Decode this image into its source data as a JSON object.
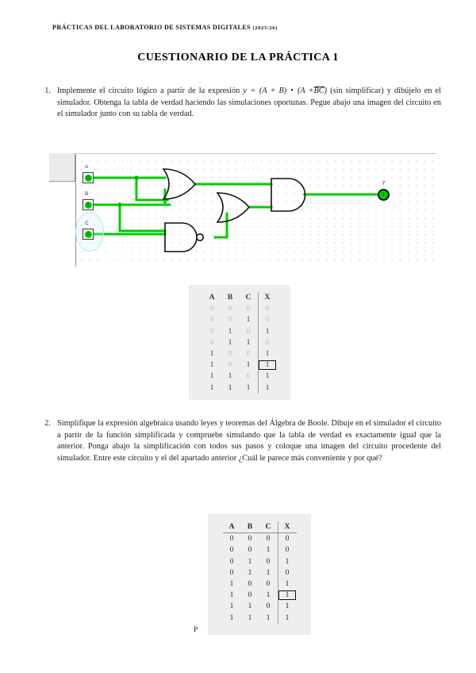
{
  "document": {
    "header_text": "PRÁCTICAS DEL LABORATORIO DE SISTEMAS DIGITALES",
    "header_year": "(2025/26)",
    "title": "CUESTIONARIO DE LA PRÁCTICA 1",
    "stray_text": "P"
  },
  "questions": [
    {
      "number": "1.",
      "text_before": "Implemente el circuito lógico a partir de la expresión",
      "expression": {
        "lhs": "y",
        "equals": "=",
        "term1": "(A + B)",
        "operator": "•",
        "term2_open": "(A +",
        "term2_overline": "BC",
        "term2_close": ")"
      },
      "text_after": "(sin simplificar) y dibújelo en el simulador. Obtenga la tabla de verdad haciendo las simulaciones oportunas. Pegue abajo una imagen del circuito en el simulador junto con su tabla de verdad."
    },
    {
      "number": "2.",
      "text": "Simplifique la expresión algebraica usando leyes y teoremas del Álgebra de Boole. Dibuje en el simulador el circuito a partir de la función simplificada y compruebe simulando que la tabla de verdad es exactamente igual que la anterior. Ponga abajo la simplificación con todos sus pasos y coloque una imagen del circuito procedente del simulador. Entre este circuito y el del apartado anterior ¿Cuál le parece más conveniente y por qué?"
    }
  ],
  "simulator": {
    "inputs": [
      {
        "label": "A",
        "value": "0"
      },
      {
        "label": "B",
        "value": "1"
      },
      {
        "label": "C",
        "value": "0"
      }
    ],
    "output": {
      "label": "y",
      "value": "1"
    },
    "gates": [
      {
        "type": "or-gate",
        "name": "or-gate-top"
      },
      {
        "type": "nand-gate",
        "name": "nand-gate-bottom"
      },
      {
        "type": "or-gate",
        "name": "or-gate-middle"
      },
      {
        "type": "and-gate",
        "name": "and-gate-output"
      }
    ],
    "wire_color": "#00cc00",
    "selection_color": "#aee8f5"
  },
  "truth_tables": [
    {
      "name": "truth-table-unsimplified",
      "headers": [
        "A",
        "B",
        "C",
        "X"
      ],
      "rows": [
        {
          "values": [
            "0",
            "0",
            "0",
            "0"
          ],
          "boxed_index": -1
        },
        {
          "values": [
            "0",
            "0",
            "1",
            "0"
          ],
          "boxed_index": -1
        },
        {
          "values": [
            "0",
            "1",
            "0",
            "1"
          ],
          "boxed_index": -1
        },
        {
          "values": [
            "0",
            "1",
            "1",
            "0"
          ],
          "boxed_index": -1
        },
        {
          "values": [
            "1",
            "0",
            "0",
            "1"
          ],
          "boxed_index": -1
        },
        {
          "values": [
            "1",
            "0",
            "1",
            "1"
          ],
          "boxed_index": 3
        },
        {
          "values": [
            "1",
            "1",
            "0",
            "1"
          ],
          "boxed_index": -1
        },
        {
          "values": [
            "1",
            "1",
            "1",
            "1"
          ],
          "boxed_index": -1
        }
      ]
    },
    {
      "name": "truth-table-simplified",
      "headers": [
        "A",
        "B",
        "C",
        "X"
      ],
      "rows": [
        {
          "values": [
            "0",
            "0",
            "0",
            "0"
          ],
          "boxed_index": -1
        },
        {
          "values": [
            "0",
            "0",
            "1",
            "0"
          ],
          "boxed_index": -1
        },
        {
          "values": [
            "0",
            "1",
            "0",
            "1"
          ],
          "boxed_index": -1
        },
        {
          "values": [
            "0",
            "1",
            "1",
            "0"
          ],
          "boxed_index": -1
        },
        {
          "values": [
            "1",
            "0",
            "0",
            "1"
          ],
          "boxed_index": -1
        },
        {
          "values": [
            "1",
            "0",
            "1",
            "1"
          ],
          "boxed_index": 3
        },
        {
          "values": [
            "1",
            "1",
            "0",
            "1"
          ],
          "boxed_index": -1
        },
        {
          "values": [
            "1",
            "1",
            "1",
            "1"
          ],
          "boxed_index": -1
        }
      ]
    }
  ]
}
